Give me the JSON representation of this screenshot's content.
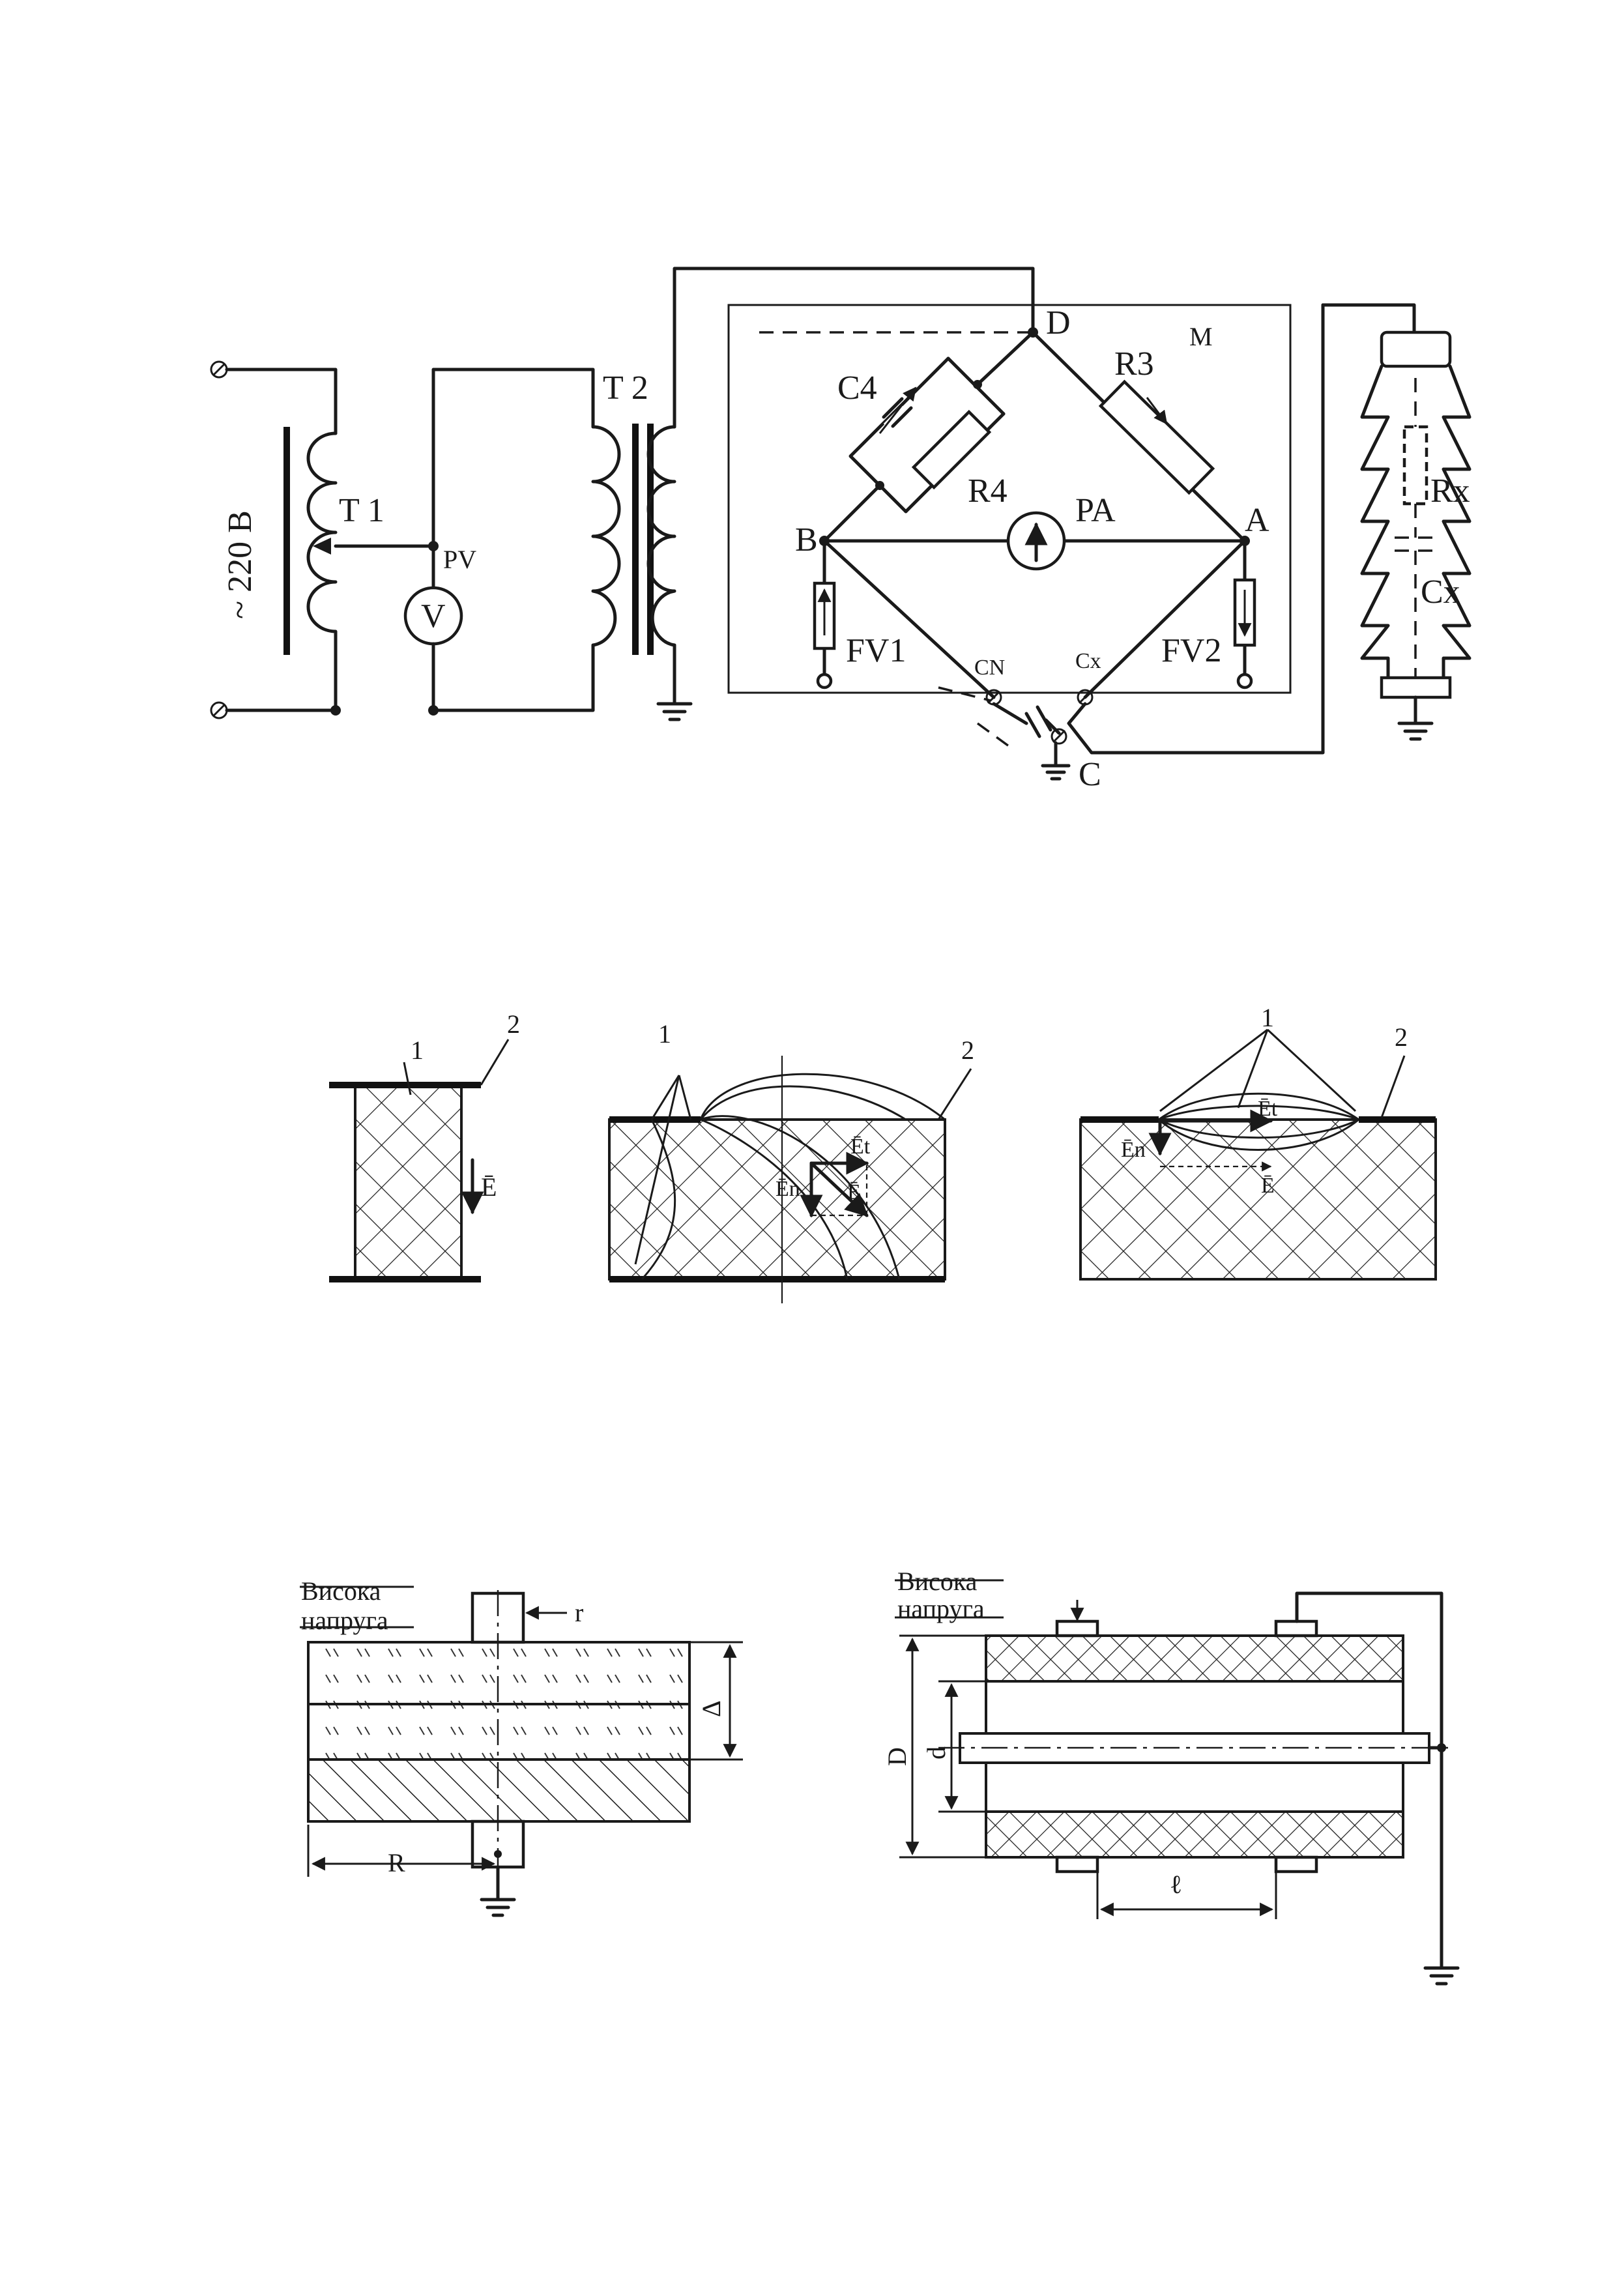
{
  "figure1": {
    "supply_label": "~ 220 В",
    "labels": {
      "t1": "T 1",
      "t2": "T 2",
      "pv": "PV",
      "voltmeter": "V",
      "d": "D",
      "m": "M",
      "c4": "C4",
      "r3": "R3",
      "r4": "R4",
      "pa": "PA",
      "b": "B",
      "a": "A",
      "fv1": "FV1",
      "fv2": "FV2",
      "cn": "CN",
      "cx_node": "Cx",
      "c": "C",
      "rx": "Rx",
      "cx": "Cx"
    }
  },
  "figure2": {
    "p1": {
      "n1": "1",
      "n2": "2",
      "e": "Ē"
    },
    "p2": {
      "n1": "1",
      "n2": "2",
      "et": "Ēt",
      "e": "Ē",
      "en": "Ēn"
    },
    "p3": {
      "n1": "1",
      "n2": "2",
      "et": "Ēt",
      "en": "Ēn",
      "e": "Ē"
    }
  },
  "figure3": {
    "left": {
      "hv_line1": "Висока",
      "hv_line2": "напруга",
      "r_small": "r",
      "delta": "Δ",
      "r_big": "R"
    },
    "right": {
      "hv_line1": "Висока",
      "hv_line2": "напруга",
      "big_d": "D",
      "small_d": "d",
      "l": "ℓ"
    }
  }
}
